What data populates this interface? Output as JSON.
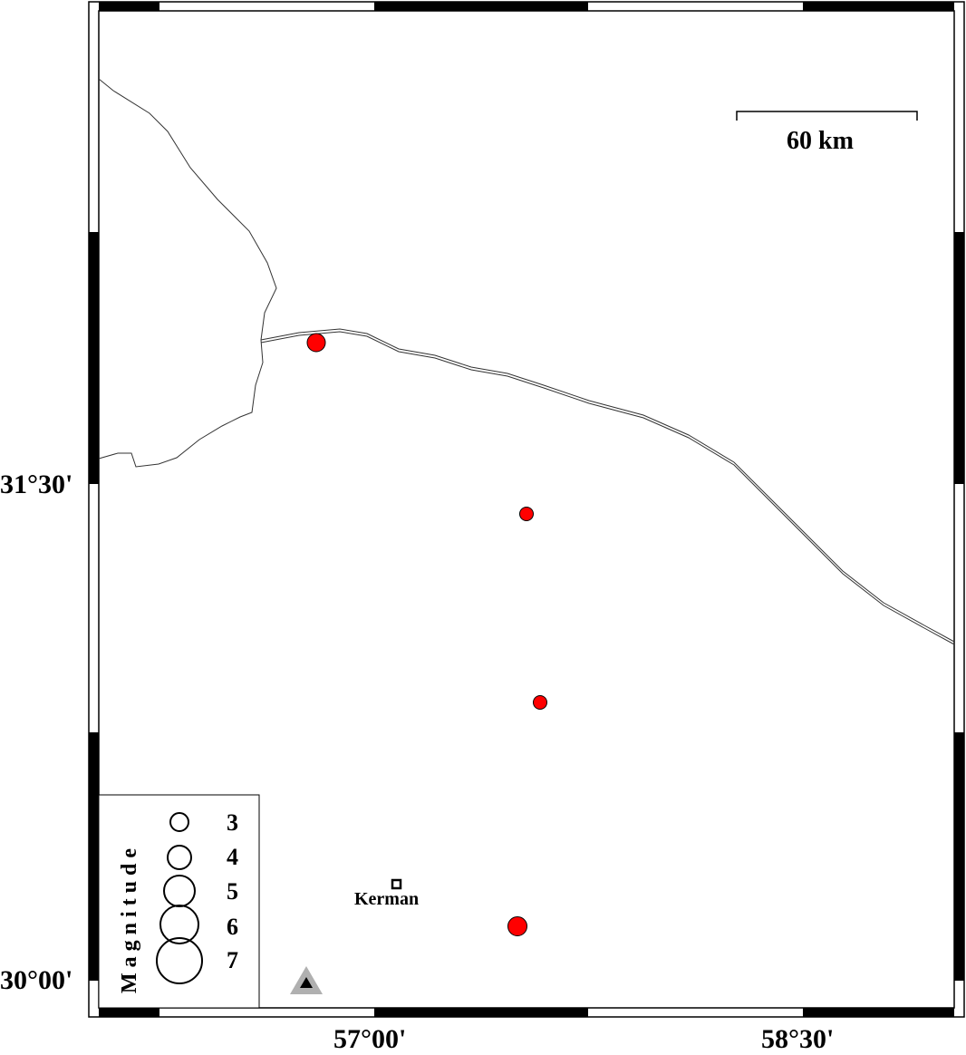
{
  "map": {
    "axis_labels": {
      "lat_1": "31°30'",
      "lat_0": "30°00'",
      "lon_0": "57°00'",
      "lon_1": "58°30'"
    },
    "scale_bar": {
      "label": "60 km"
    },
    "city": {
      "name": "Kerman"
    },
    "legend": {
      "title": "Magnitude",
      "entries": [
        "3",
        "4",
        "5",
        "6",
        "7"
      ]
    },
    "colors": {
      "event": "#ff0000",
      "station": "#b0b0b0"
    }
  }
}
